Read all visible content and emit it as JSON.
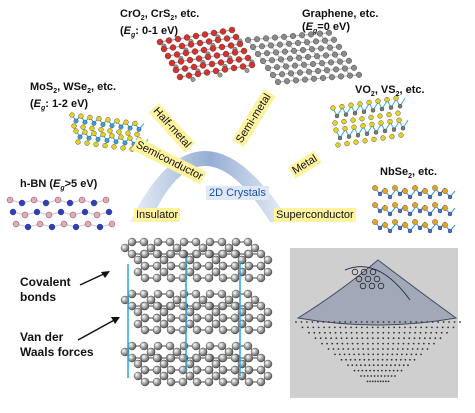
{
  "center_label": "2D Crystals",
  "phases": {
    "half_metal": "Half-metal",
    "semi_metal": "Semi-metal",
    "semiconductor": "Semiconductor",
    "metal": "Metal",
    "insulator": "Insulator",
    "superconductor": "Superconductor"
  },
  "materials": {
    "cro2": {
      "name_a": "CrO",
      "sub_a": "2",
      "name_b": ", CrS",
      "sub_b": "2",
      "name_c": ", etc.",
      "gap_pre": "(",
      "gap_sym": "E",
      "gap_sub": "g",
      "gap_val": ": 0-1 eV)"
    },
    "graphene": {
      "name": "Graphene, etc.",
      "gap_pre": "(",
      "gap_sym": "E",
      "gap_sub": "g",
      "gap_val": "=0 eV)"
    },
    "mos2": {
      "name_a": "MoS",
      "sub_a": "2",
      "name_b": ", WSe",
      "sub_b": "2",
      "name_c": ", etc.",
      "gap_pre": "(",
      "gap_sym": "E",
      "gap_sub": "g",
      "gap_val": ": 1-2 eV)"
    },
    "vo2": {
      "name_a": "VO",
      "sub_a": "2",
      "name_b": ", VS",
      "sub_b": "2",
      "name_c": ", etc."
    },
    "hbn": {
      "name": "h-BN (",
      "gap_sym": "E",
      "gap_sub": "g",
      "gap_val": ">5 eV)"
    },
    "nbse2": {
      "name_a": "NbSe",
      "sub_a": "2",
      "name_b": ", etc."
    }
  },
  "annotations": {
    "covalent_line1": "Covalent",
    "covalent_line2": "bonds",
    "vdw_line1": "Van der",
    "vdw_line2": "Waals forces"
  },
  "colors": {
    "arc": "#6f8fbf",
    "phase_highlight": "#fff3a0",
    "cro2_atom": "#d8302c",
    "graphene_atom": "#8a8a8a",
    "mos2_metal": "#3a9fd8",
    "mos2_chalcogen": "#e6d21e",
    "hbn_b": "#e8a9b4",
    "hbn_n": "#2b3fc4",
    "nbse2_se": "#e8a21e",
    "bond_line": "#2aa4d8",
    "photo_bg": "#cfcfcf"
  }
}
